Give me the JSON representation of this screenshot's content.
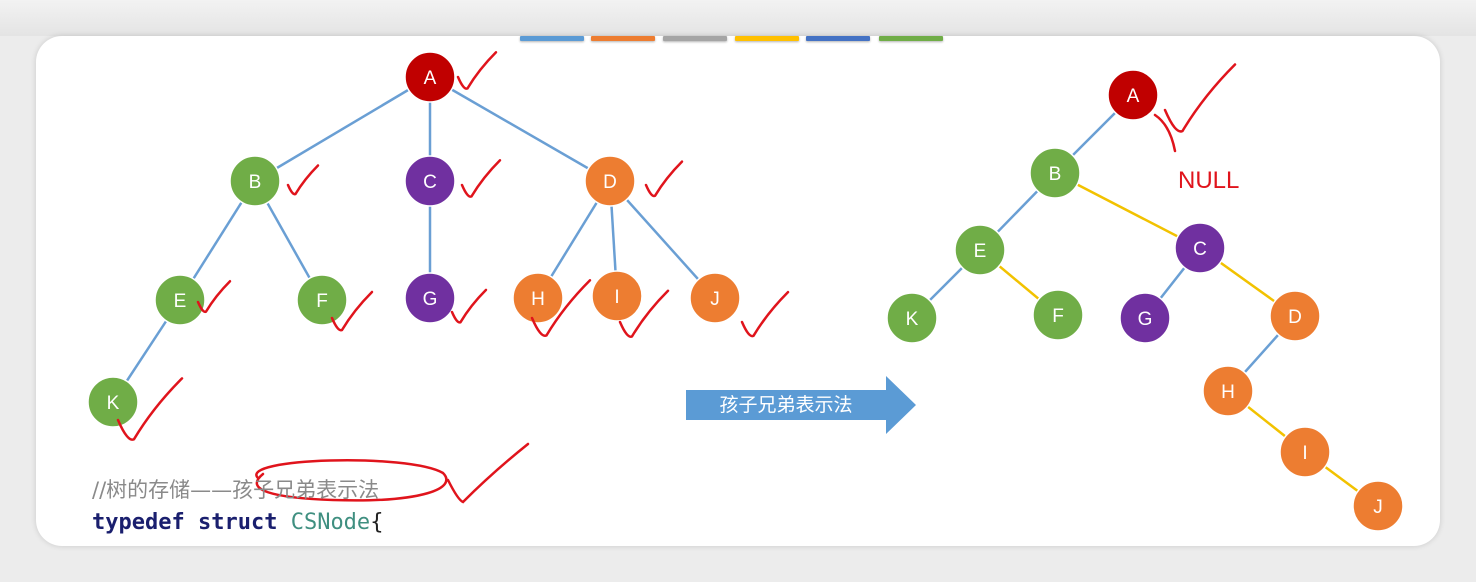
{
  "colors": {
    "blue": "#5b9bd5",
    "orange": "#ed7d31",
    "gray": "#a5a5a5",
    "yellow": "#ffc000",
    "darkblue": "#4472c4",
    "green": "#70ad47",
    "red": "#c00000",
    "purple": "#7030a0",
    "pen": "#e0141c"
  },
  "left_tree": {
    "nodes": {
      "A": "A",
      "B": "B",
      "C": "C",
      "D": "D",
      "E": "E",
      "F": "F",
      "G": "G",
      "H": "H",
      "I": "I",
      "J": "J",
      "K": "K"
    }
  },
  "right_tree": {
    "nodes": {
      "A": "A",
      "B": "B",
      "C": "C",
      "D": "D",
      "E": "E",
      "F": "F",
      "G": "G",
      "H": "H",
      "I": "I",
      "J": "J",
      "K": "K"
    },
    "annotation": "NULL"
  },
  "arrow": {
    "label": "孩子兄弟表示法"
  },
  "code": {
    "comment": "//树的存储——孩子兄弟表示法",
    "keyword1": "typedef",
    "keyword2": "struct",
    "type_name": "CSNode",
    "brace": "{"
  }
}
